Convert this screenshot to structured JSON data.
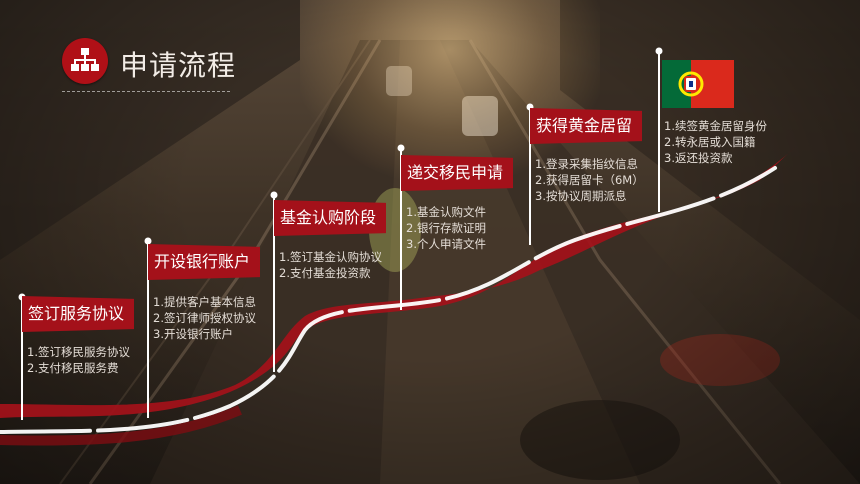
{
  "header": {
    "title": "申请流程",
    "logo_icon": "org-chart-icon"
  },
  "theme": {
    "accent": "#b01017",
    "flag_red": "#a4111a",
    "road_stripe": "#ffffff",
    "text_light": "#e4ddd6"
  },
  "steps": [
    {
      "title": "签订服务协议",
      "items": [
        "1.签订移民服务协议",
        "2.支付移民服务费"
      ]
    },
    {
      "title": "开设银行账户",
      "items": [
        "1.提供客户基本信息",
        "2.签订律师授权协议",
        "3.开设银行账户"
      ]
    },
    {
      "title": "基金认购阶段",
      "items": [
        "1.签订基金认购协议",
        "2.支付基金投资款"
      ]
    },
    {
      "title": "递交移民申请",
      "items": [
        "1.基金认购文件",
        "2.银行存款证明",
        "3.个人申请文件"
      ]
    },
    {
      "title": "获得黄金居留",
      "items": [
        "1.登录采集指纹信息",
        "2.获得居留卡（6M）",
        "3.按协议周期派息"
      ]
    },
    {
      "title": "",
      "items": [
        "1.续签黄金居留身份",
        "2.转永居或入国籍",
        "3.返还投资款"
      ],
      "flag_icon": "portugal-flag-icon"
    }
  ]
}
